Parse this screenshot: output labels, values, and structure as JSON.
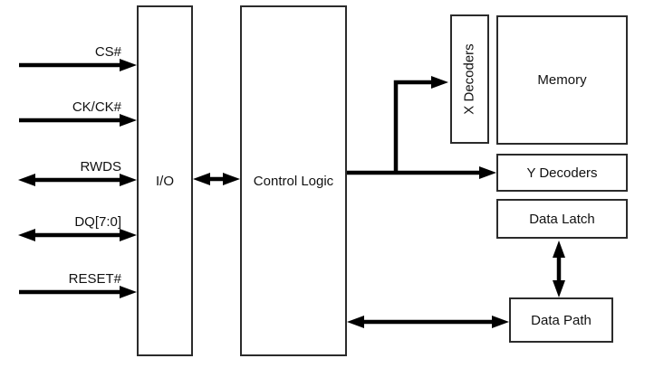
{
  "signals": [
    {
      "label": "CS#",
      "direction": "input"
    },
    {
      "label": "CK/CK#",
      "direction": "input"
    },
    {
      "label": "RWDS",
      "direction": "bidirectional"
    },
    {
      "label": "DQ[7:0]",
      "direction": "bidirectional"
    },
    {
      "label": "RESET#",
      "direction": "input"
    }
  ],
  "blocks": {
    "io": {
      "label": "I/O"
    },
    "control_logic": {
      "label": "Control Logic"
    },
    "x_decoders": {
      "label": "X Decoders"
    },
    "memory": {
      "label": "Memory"
    },
    "y_decoders": {
      "label": "Y Decoders"
    },
    "data_latch": {
      "label": "Data Latch"
    },
    "data_path": {
      "label": "Data Path"
    }
  },
  "colors": {
    "background": "#ffffff",
    "wire": "#000000",
    "box_border": "#2b2b2b",
    "text": "#111111"
  }
}
